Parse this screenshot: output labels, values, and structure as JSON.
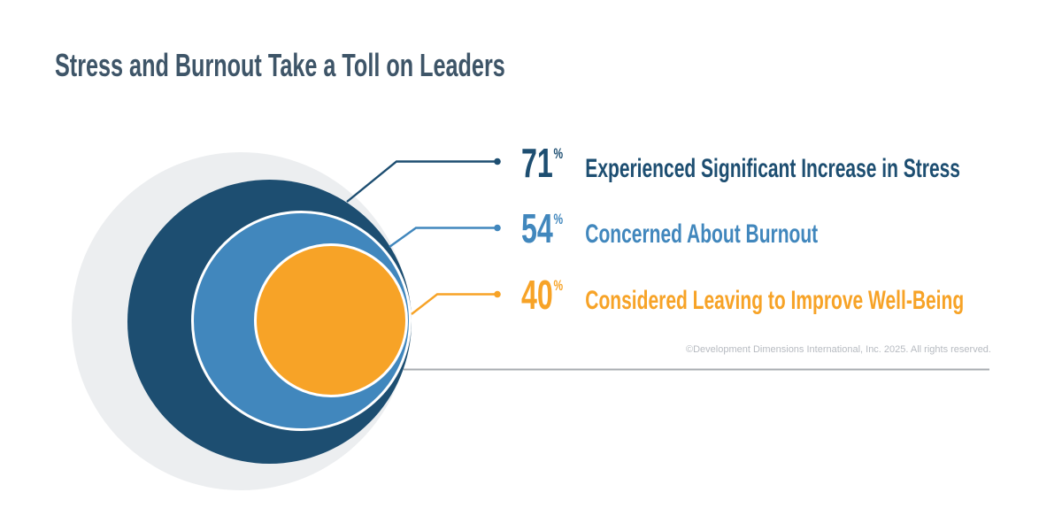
{
  "title": "Stress and Burnout Take a Toll on Leaders",
  "stats": [
    {
      "value": "71",
      "unit": "%",
      "label": "Experienced Significant Increase in Stress",
      "color": "#1d4e71"
    },
    {
      "value": "54",
      "unit": "%",
      "label": "Concerned About Burnout",
      "color": "#4187bd"
    },
    {
      "value": "40",
      "unit": "%",
      "label": "Considered Leaving to Improve Well-Being",
      "color": "#f7a327"
    }
  ],
  "footer": {
    "copyright": "©Development Dimensions International, Inc. 2025. All rights reserved."
  },
  "colors": {
    "title_text": "#3e5568",
    "navy": "#1d4e71",
    "blue": "#4187bd",
    "orange": "#f7a327",
    "outer_ring": "#eceef0",
    "divider_line": "#a8acb0",
    "copyright_text": "#b7bbc1",
    "background": "#ffffff"
  },
  "chart_data": {
    "type": "area",
    "subtype": "nested-proportional-circles",
    "title": "Stress and Burnout Take a Toll on Leaders",
    "categories": [
      "Experienced Significant Increase in Stress",
      "Concerned About Burnout",
      "Considered Leaving to Improve Well-Being"
    ],
    "values": [
      71,
      54,
      40
    ],
    "unit": "%",
    "series_colors": [
      "#1d4e71",
      "#4187bd",
      "#f7a327"
    ],
    "legend_position": "right",
    "grid": false,
    "annotations": [
      "©Development Dimensions International, Inc. 2025. All rights reserved."
    ]
  }
}
